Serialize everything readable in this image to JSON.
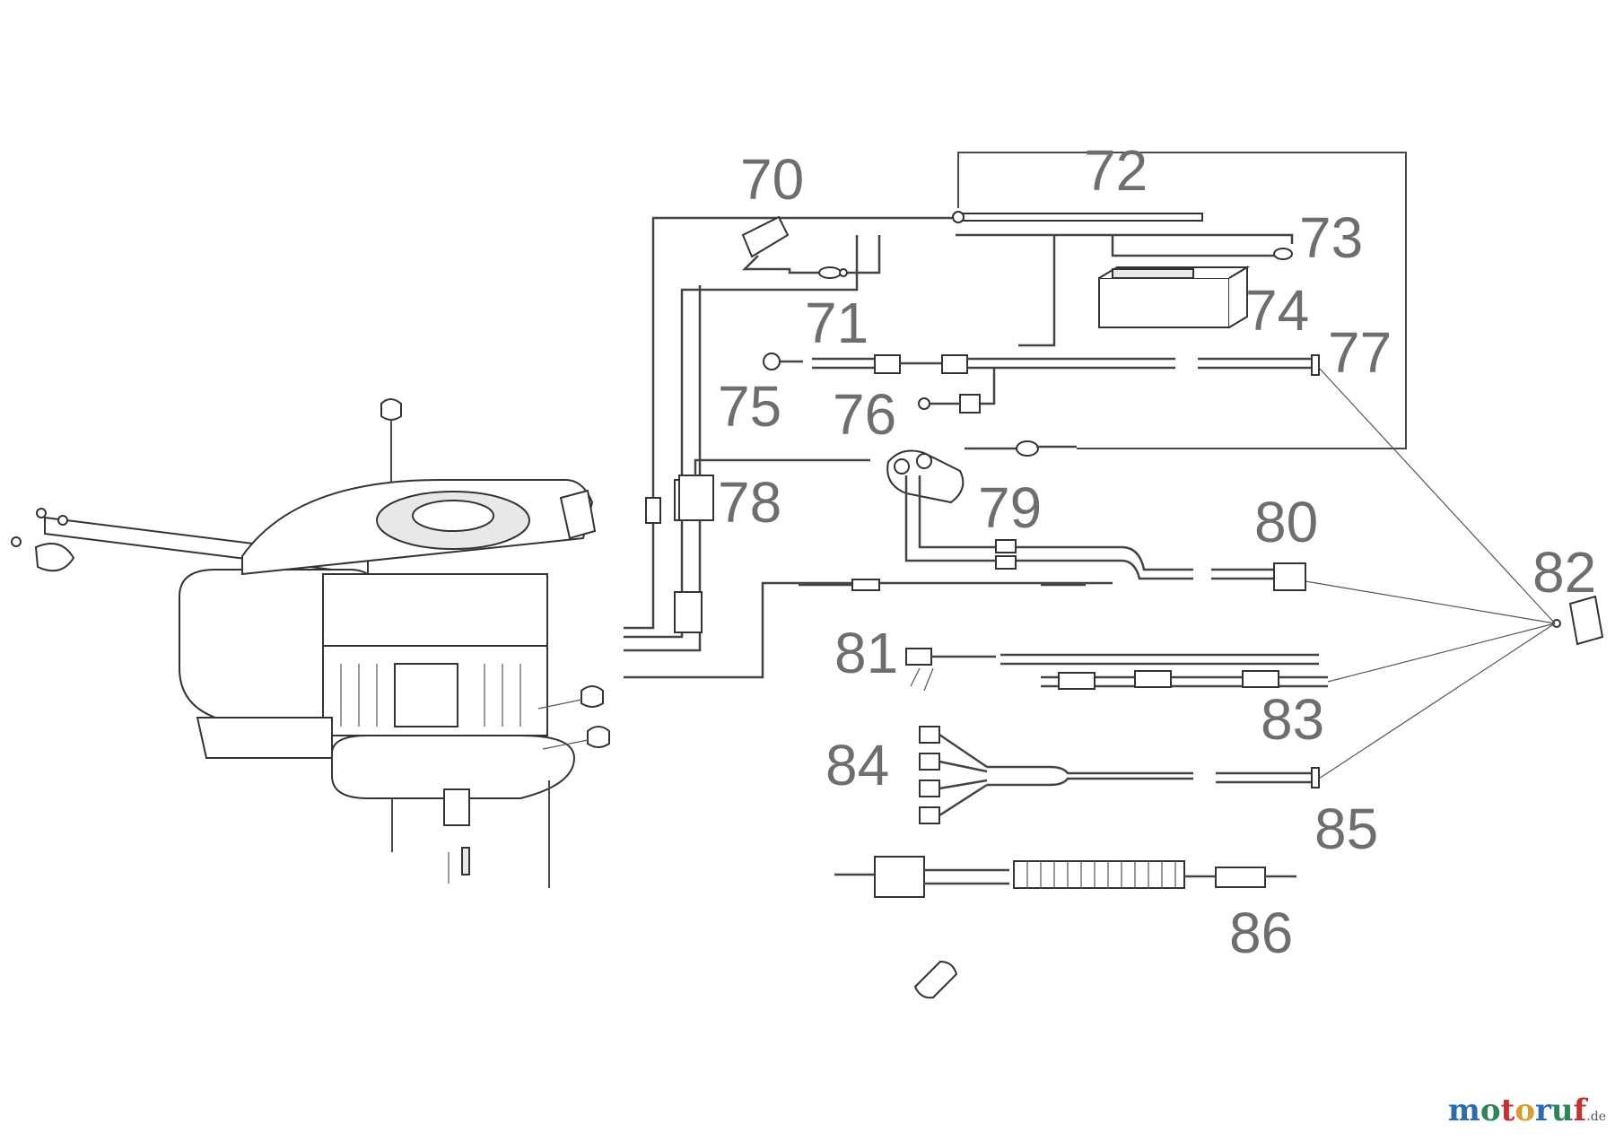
{
  "callouts": {
    "p70": "70",
    "p71": "71",
    "p72": "72",
    "p73": "73",
    "p74": "74",
    "p75": "75",
    "p76": "76",
    "p77": "77",
    "p78": "78",
    "p79": "79",
    "p80": "80",
    "p81": "81",
    "p82": "82",
    "p83": "83",
    "p84": "84",
    "p85": "85",
    "p86": "86"
  },
  "watermark": {
    "text": "motoruf",
    "domain": ".de",
    "colors": [
      "#2b6cb0",
      "#2f855a",
      "#c53030",
      "#d69e2e"
    ]
  }
}
